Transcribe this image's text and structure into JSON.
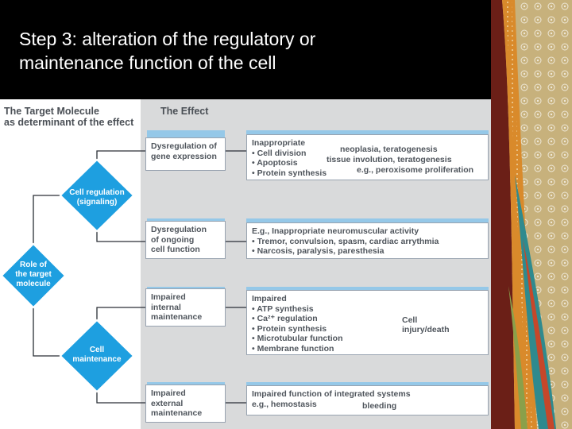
{
  "slide": {
    "title_lines": [
      "Step 3: alteration of the regulatory or",
      "maintenance function of the cell"
    ]
  },
  "colors": {
    "diamond": "#1e9fe0",
    "panel": "#d9dadb",
    "connector": "#2a2f36",
    "title_bg": "#000000",
    "title_text": "#ffffff"
  },
  "diagram": {
    "header_left": [
      "The Target Molecule",
      "as determinant of the effect"
    ],
    "header_right": "The Effect",
    "diamonds": {
      "root": [
        "Role of",
        "the target",
        "molecule"
      ],
      "regulation": [
        "Cell regulation",
        "(signaling)"
      ],
      "maintenance": [
        "Cell",
        "maintenance"
      ]
    },
    "effects": [
      {
        "label": [
          "Dysregulation of",
          "gene expression"
        ],
        "detail": [
          "Inappropriate",
          "• Cell division",
          "• Apoptosis",
          "• Protein synthesis"
        ],
        "outcomes": [
          "neoplasia, teratogenesis",
          "tissue involution, teratogenesis",
          "e.g., peroxisome proliferation"
        ]
      },
      {
        "label": [
          "Dysregulation",
          "of ongoing",
          "cell function"
        ],
        "detail": [
          "E.g., Inappropriate neuromuscular activity",
          "• Tremor, convulsion, spasm, cardiac arrythmia",
          "• Narcosis, paralysis, paresthesia"
        ]
      },
      {
        "label": [
          "Impaired",
          "internal",
          "maintenance"
        ],
        "detail": [
          "Impaired",
          "• ATP synthesis",
          "• Ca²⁺ regulation",
          "• Protein synthesis",
          "• Microtubular function",
          "• Membrane function"
        ],
        "outcome": [
          "Cell",
          "injury/death"
        ]
      },
      {
        "label": [
          "Impaired",
          "external",
          "maintenance"
        ],
        "detail": [
          "Impaired function of integrated systems",
          "e.g., hemostasis"
        ],
        "outcome": "bleeding"
      }
    ]
  }
}
